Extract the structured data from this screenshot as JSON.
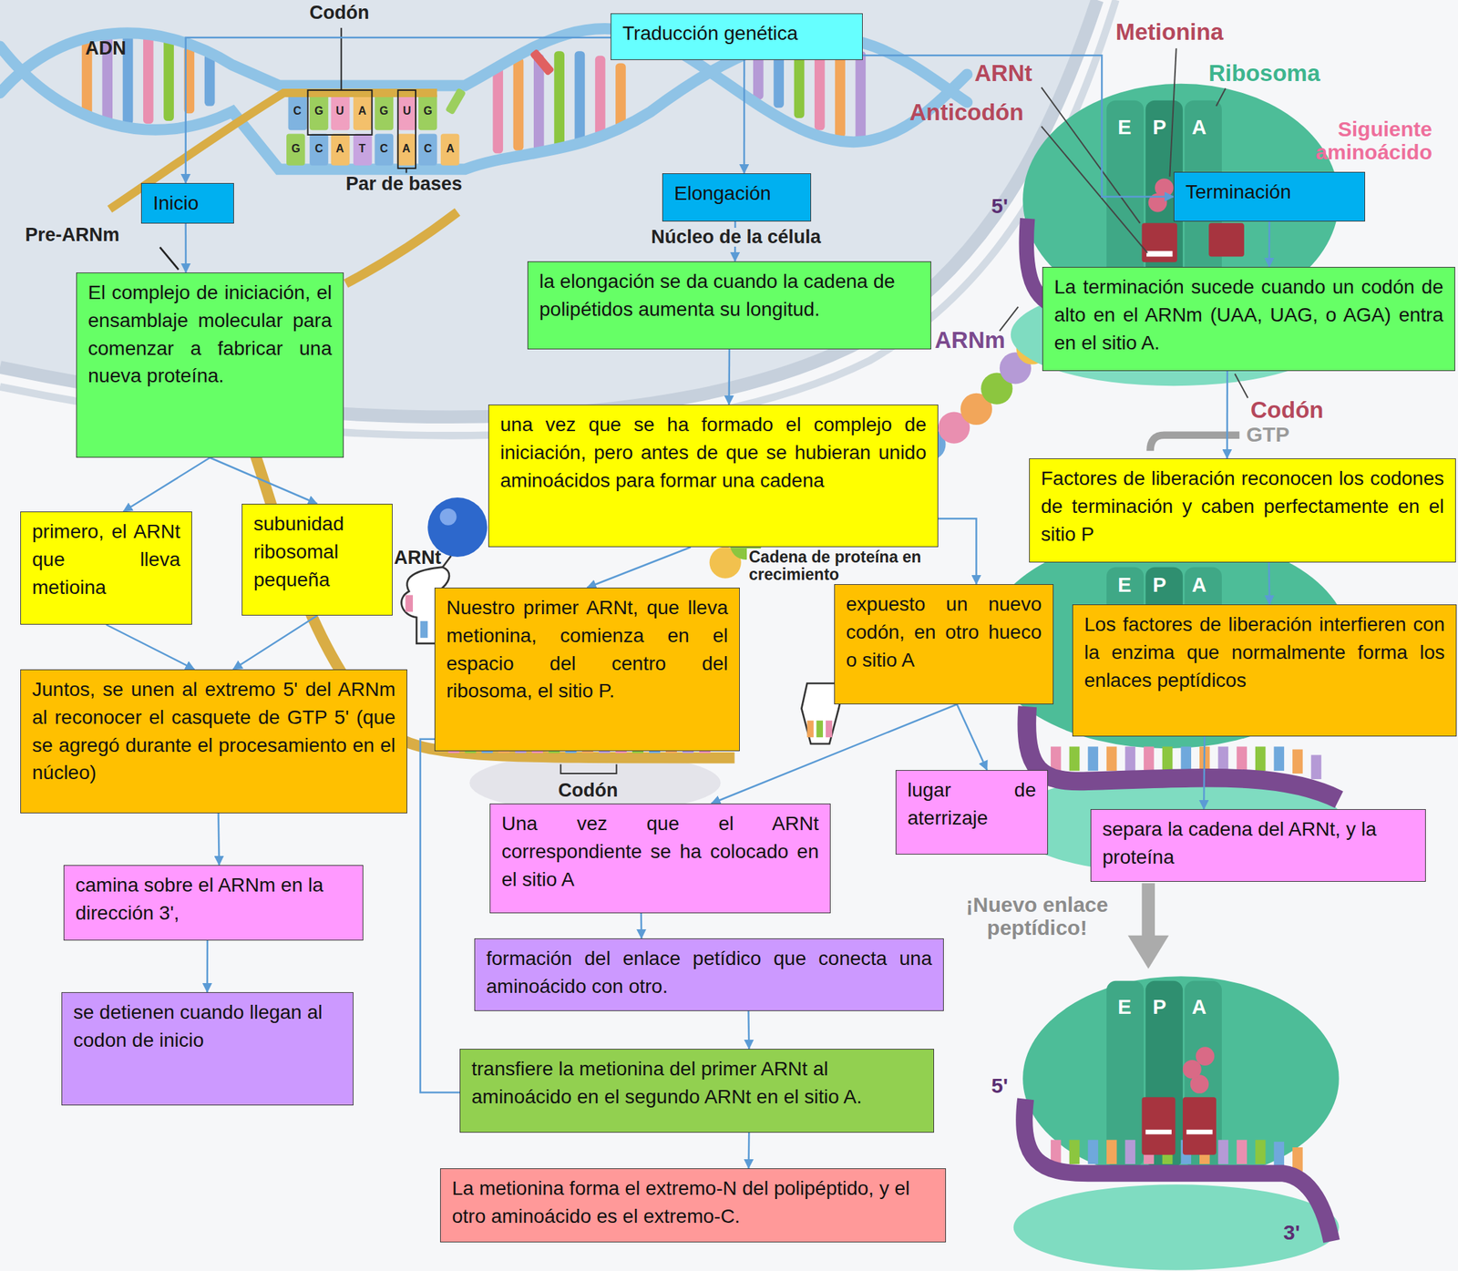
{
  "diagram": {
    "nodes": [
      {
        "text": [
          "Traducción genética"
        ]
      },
      {
        "text": [
          "Inicio"
        ]
      },
      {
        "text": [
          "Elongación"
        ]
      },
      {
        "text": [
          "Terminación"
        ]
      },
      {
        "text": [
          "El complejo de iniciación, el ensamblaje molecular para comenzar a fabricar una nueva proteína."
        ]
      },
      {
        "text": [
          "la elongación se da cuando la cadena de polipétidos aumenta su longitud."
        ]
      },
      {
        "text": [
          "La terminación sucede cuando un codón de alto en el ARNm (UAA, UAG, o AGA) entra en el sitio A."
        ]
      },
      {
        "text": [
          "primero, el ARNt que lleva metioina"
        ]
      },
      {
        "text": [
          "subunidad ribosomal pequeña"
        ]
      },
      {
        "text": [
          "una vez que se ha formado el complejo de iniciación, pero antes de que se hubieran unido aminoácidos para formar una cadena"
        ]
      },
      {
        "text": [
          "Factores de liberación reconocen los codones de terminación y caben perfectamente en el sitio P"
        ]
      },
      {
        "text": [
          "Juntos, se unen al extremo 5' del ARNm al reconocer el casquete de GTP 5' (que se agregó durante el procesamiento en el núcleo)"
        ]
      },
      {
        "text": [
          "Nuestro primer ARNt, que lleva metionina, comienza en el espacio del centro del ribosoma, el sitio P."
        ]
      },
      {
        "text": [
          "expuesto un nuevo codón, en otro hueco o sitio A"
        ]
      },
      {
        "text": [
          "Los factores de liberación interfieren con la enzima que normalmente forma los enlaces peptídicos"
        ]
      },
      {
        "text": [
          "camina sobre el ARNm en la dirección 3',"
        ]
      },
      {
        "text": [
          "Una vez que el ARNt correspondiente se ha colocado en el sitio A"
        ]
      },
      {
        "text": [
          "lugar de aterrizaje"
        ]
      },
      {
        "text": [
          "separa la cadena del ARNt, y la proteína"
        ]
      },
      {
        "text": [
          "se detienen cuando llegan al codon de inicio"
        ]
      },
      {
        "text": [
          "formación del enlace petídico que conecta una aminoácido con otro."
        ]
      },
      {
        "text": [
          "transfiere la metionina del primer ARNt al aminoácido en el segundo ARNt en el sitio A."
        ]
      },
      {
        "text": [
          "La metionina forma el extremo-N del polipéptido, y el otro aminoácido es el extremo-C."
        ]
      }
    ],
    "edges": [
      {
        "from": 0,
        "to": 1,
        "arrow": "to"
      },
      {
        "from": 0,
        "to": 2,
        "arrow": "to"
      },
      {
        "from": 0,
        "to": 3,
        "arrow": "to"
      },
      {
        "from": 1,
        "to": 4,
        "arrow": "to"
      },
      {
        "from": 2,
        "to": 5,
        "arrow": "to"
      },
      {
        "from": 3,
        "to": 6,
        "arrow": "to"
      },
      {
        "from": 4,
        "to": 7,
        "arrow": "to"
      },
      {
        "from": 4,
        "to": 8,
        "arrow": "to"
      },
      {
        "from": 5,
        "to": 9,
        "arrow": "to"
      },
      {
        "from": 6,
        "to": 10,
        "arrow": "to"
      },
      {
        "from": 7,
        "to": 11,
        "arrow": "to"
      },
      {
        "from": 8,
        "to": 11,
        "arrow": "to"
      },
      {
        "from": 9,
        "to": 12,
        "arrow": "to"
      },
      {
        "from": 9,
        "to": 13,
        "arrow": "to"
      },
      {
        "from": 10,
        "to": 14,
        "arrow": "to"
      },
      {
        "from": 11,
        "to": 15,
        "arrow": "to"
      },
      {
        "from": 12,
        "to": 21,
        "arrow": "none"
      },
      {
        "from": 13,
        "to": 16,
        "arrow": "to"
      },
      {
        "from": 13,
        "to": 17,
        "arrow": "to"
      },
      {
        "from": 14,
        "to": 18,
        "arrow": "to"
      },
      {
        "from": 15,
        "to": 19,
        "arrow": "to"
      },
      {
        "from": 16,
        "to": 20,
        "arrow": "to"
      },
      {
        "from": 20,
        "to": 21,
        "arrow": "to"
      },
      {
        "from": 21,
        "to": 22,
        "arrow": "to"
      }
    ],
    "labels": [
      "Codón",
      "ADN",
      "C",
      "G",
      "U",
      "A",
      "G",
      "U",
      "G",
      "G",
      "C",
      "A",
      "T",
      "C",
      "A",
      "C",
      "A",
      "Par de bases",
      "Pre-ARNm",
      "Núcleo de la célula",
      "Metionina",
      "ARNt",
      "Anticodón",
      "Ribosoma",
      "Siguiente aminoácido",
      "E",
      "P",
      "A",
      "5'",
      "ARNm",
      "Codón",
      "GTP",
      "E",
      "P",
      "A",
      "Cadena de proteína en crecimiento",
      "ARNt",
      "Codón",
      "¡Nuevo enlace peptídico!",
      "E",
      "P",
      "A",
      "5'",
      "3'"
    ]
  }
}
